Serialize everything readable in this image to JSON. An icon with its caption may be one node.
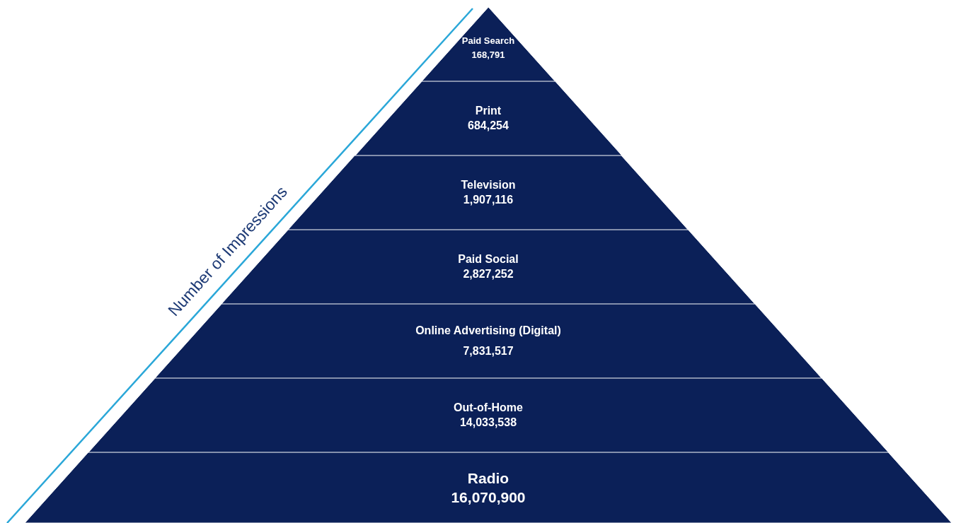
{
  "diagram": {
    "nodes": [
      {
        "text": [
          "Paid Search",
          "168,791"
        ]
      },
      {
        "text": [
          "Print",
          "684,254"
        ]
      },
      {
        "text": [
          "Television",
          "1,907,116"
        ]
      },
      {
        "text": [
          "Paid Social",
          "2,827,252"
        ]
      },
      {
        "text": [
          "Online Advertising (Digital)",
          "7,831,517"
        ]
      },
      {
        "text": [
          "Out-of-Home",
          "14,033,538"
        ]
      },
      {
        "text": [
          "Radio",
          "16,070,900"
        ]
      }
    ],
    "labels": [
      "Number of Impressions"
    ]
  }
}
